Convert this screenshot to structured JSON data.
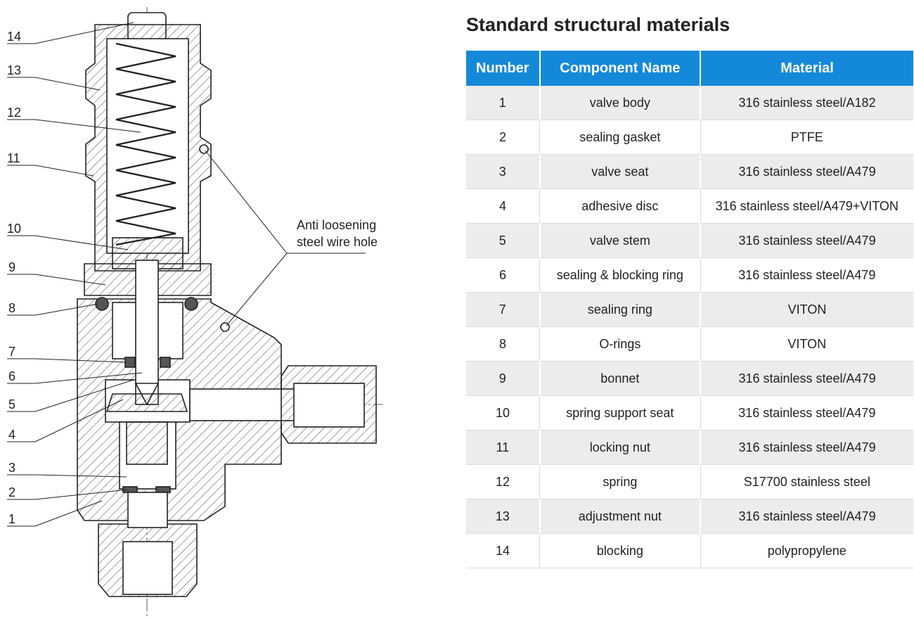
{
  "diagram": {
    "callouts": [
      "14",
      "13",
      "12",
      "11",
      "10",
      "9",
      "8",
      "7",
      "6",
      "5",
      "4",
      "3",
      "2",
      "1"
    ],
    "annotation": [
      "Anti loosening",
      "steel wire hole"
    ]
  },
  "materials": {
    "title": "Standard structural materials",
    "headers": [
      "Number",
      "Component Name",
      "Material"
    ],
    "rows": [
      [
        "1",
        "valve body",
        "316 stainless steel/A182"
      ],
      [
        "2",
        "sealing gasket",
        "PTFE"
      ],
      [
        "3",
        "valve seat",
        "316 stainless steel/A479"
      ],
      [
        "4",
        "adhesive disc",
        "316 stainless steel/A479+VITON"
      ],
      [
        "5",
        "valve stem",
        "316 stainless steel/A479"
      ],
      [
        "6",
        "sealing  & blocking ring",
        "316 stainless steel/A479"
      ],
      [
        "7",
        "sealing ring",
        "VITON"
      ],
      [
        "8",
        "O-rings",
        "VITON"
      ],
      [
        "9",
        "bonnet",
        "316 stainless steel/A479"
      ],
      [
        "10",
        "spring support seat",
        "316 stainless steel/A479"
      ],
      [
        "11",
        "locking nut",
        "316 stainless steel/A479"
      ],
      [
        "12",
        "spring",
        "S17700 stainless steel"
      ],
      [
        "13",
        "adjustment nut",
        "316 stainless steel/A479"
      ],
      [
        "14",
        "blocking",
        "polypropylene"
      ]
    ]
  },
  "colors": {
    "header_bg": "#1589d9",
    "stripe": "#ececec"
  }
}
